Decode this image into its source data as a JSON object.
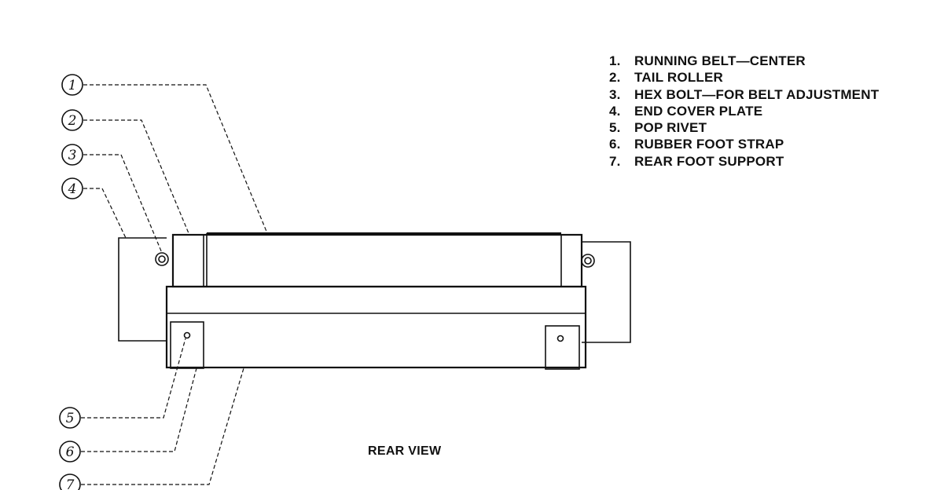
{
  "legend": {
    "items": [
      {
        "num": "1.",
        "label": "RUNNING BELT—CENTER"
      },
      {
        "num": "2.",
        "label": "TAIL ROLLER"
      },
      {
        "num": "3.",
        "label": "HEX BOLT—FOR BELT ADJUSTMENT"
      },
      {
        "num": "4.",
        "label": "END COVER PLATE"
      },
      {
        "num": "5.",
        "label": "POP RIVET"
      },
      {
        "num": "6.",
        "label": "RUBBER FOOT STRAP"
      },
      {
        "num": "7.",
        "label": "REAR FOOT SUPPORT"
      }
    ]
  },
  "callouts": [
    "1",
    "2",
    "3",
    "4",
    "5",
    "6",
    "7"
  ],
  "caption": "REAR VIEW"
}
